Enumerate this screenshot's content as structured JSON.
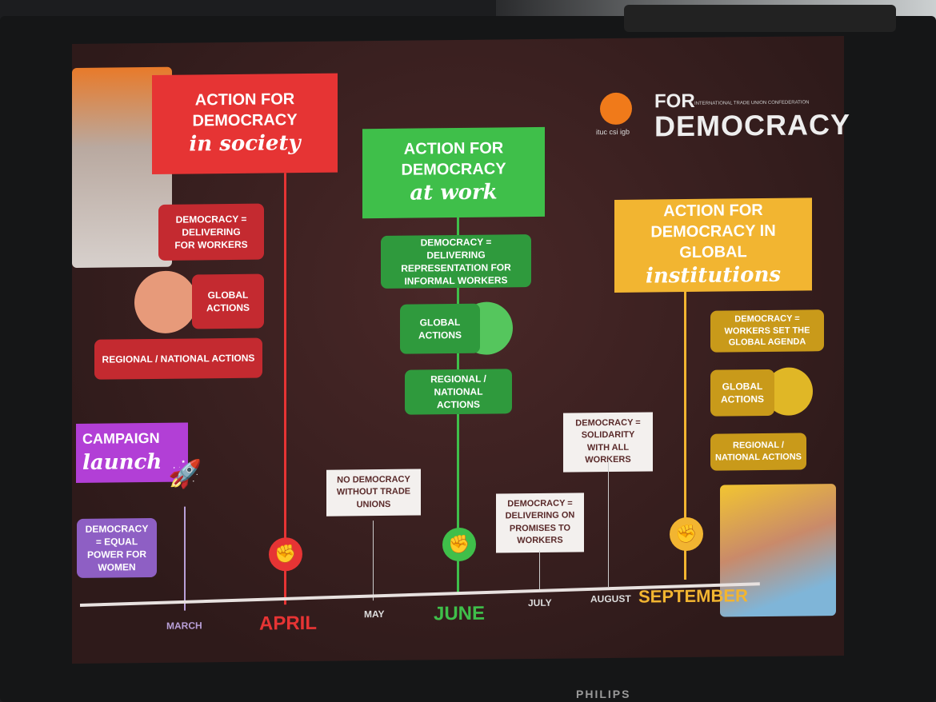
{
  "logo": {
    "org": "ituc csi igb",
    "for": "FOR",
    "democracy": "DEMOCRACY",
    "subtitle": "INTERNATIONAL TRADE UNION CONFEDERATION"
  },
  "society": {
    "title": "ACTION FOR DEMOCRACY",
    "script": "in society",
    "items": [
      "DEMOCRACY = DELIVERING FOR WORKERS",
      "GLOBAL ACTIONS",
      "REGIONAL / NATIONAL ACTIONS"
    ]
  },
  "work": {
    "title": "ACTION FOR DEMOCRACY",
    "script": "at work",
    "items": [
      "DEMOCRACY = DELIVERING REPRESENTATION FOR INFORMAL WORKERS",
      "GLOBAL ACTIONS",
      "REGIONAL / NATIONAL ACTIONS"
    ]
  },
  "global": {
    "title": "ACTION FOR DEMOCRACY IN GLOBAL",
    "script": "institutions",
    "items": [
      "DEMOCRACY = WORKERS SET THE GLOBAL AGENDA",
      "GLOBAL ACTIONS",
      "REGIONAL / NATIONAL ACTIONS"
    ]
  },
  "launch": {
    "title": "CAMPAIGN",
    "script": "launch",
    "item": "DEMOCRACY = EQUAL POWER FOR WOMEN"
  },
  "notes": {
    "may": "NO DEMOCRACY WITHOUT TRADE UNIONS",
    "july": "DEMOCRACY = DELIVERING ON PROMISES TO WORKERS",
    "august": "DEMOCRACY = SOLIDARITY WITH ALL WORKERS"
  },
  "months": [
    "MARCH",
    "APRIL",
    "MAY",
    "JUNE",
    "JULY",
    "AUGUST",
    "SEPTEMBER"
  ],
  "monitor_brand": "PHILIPS",
  "colors": {
    "red": "#e63434",
    "green": "#3fbf4a",
    "yellow": "#f2b531",
    "purple": "#b23fd6",
    "bg": "#3a2020"
  }
}
